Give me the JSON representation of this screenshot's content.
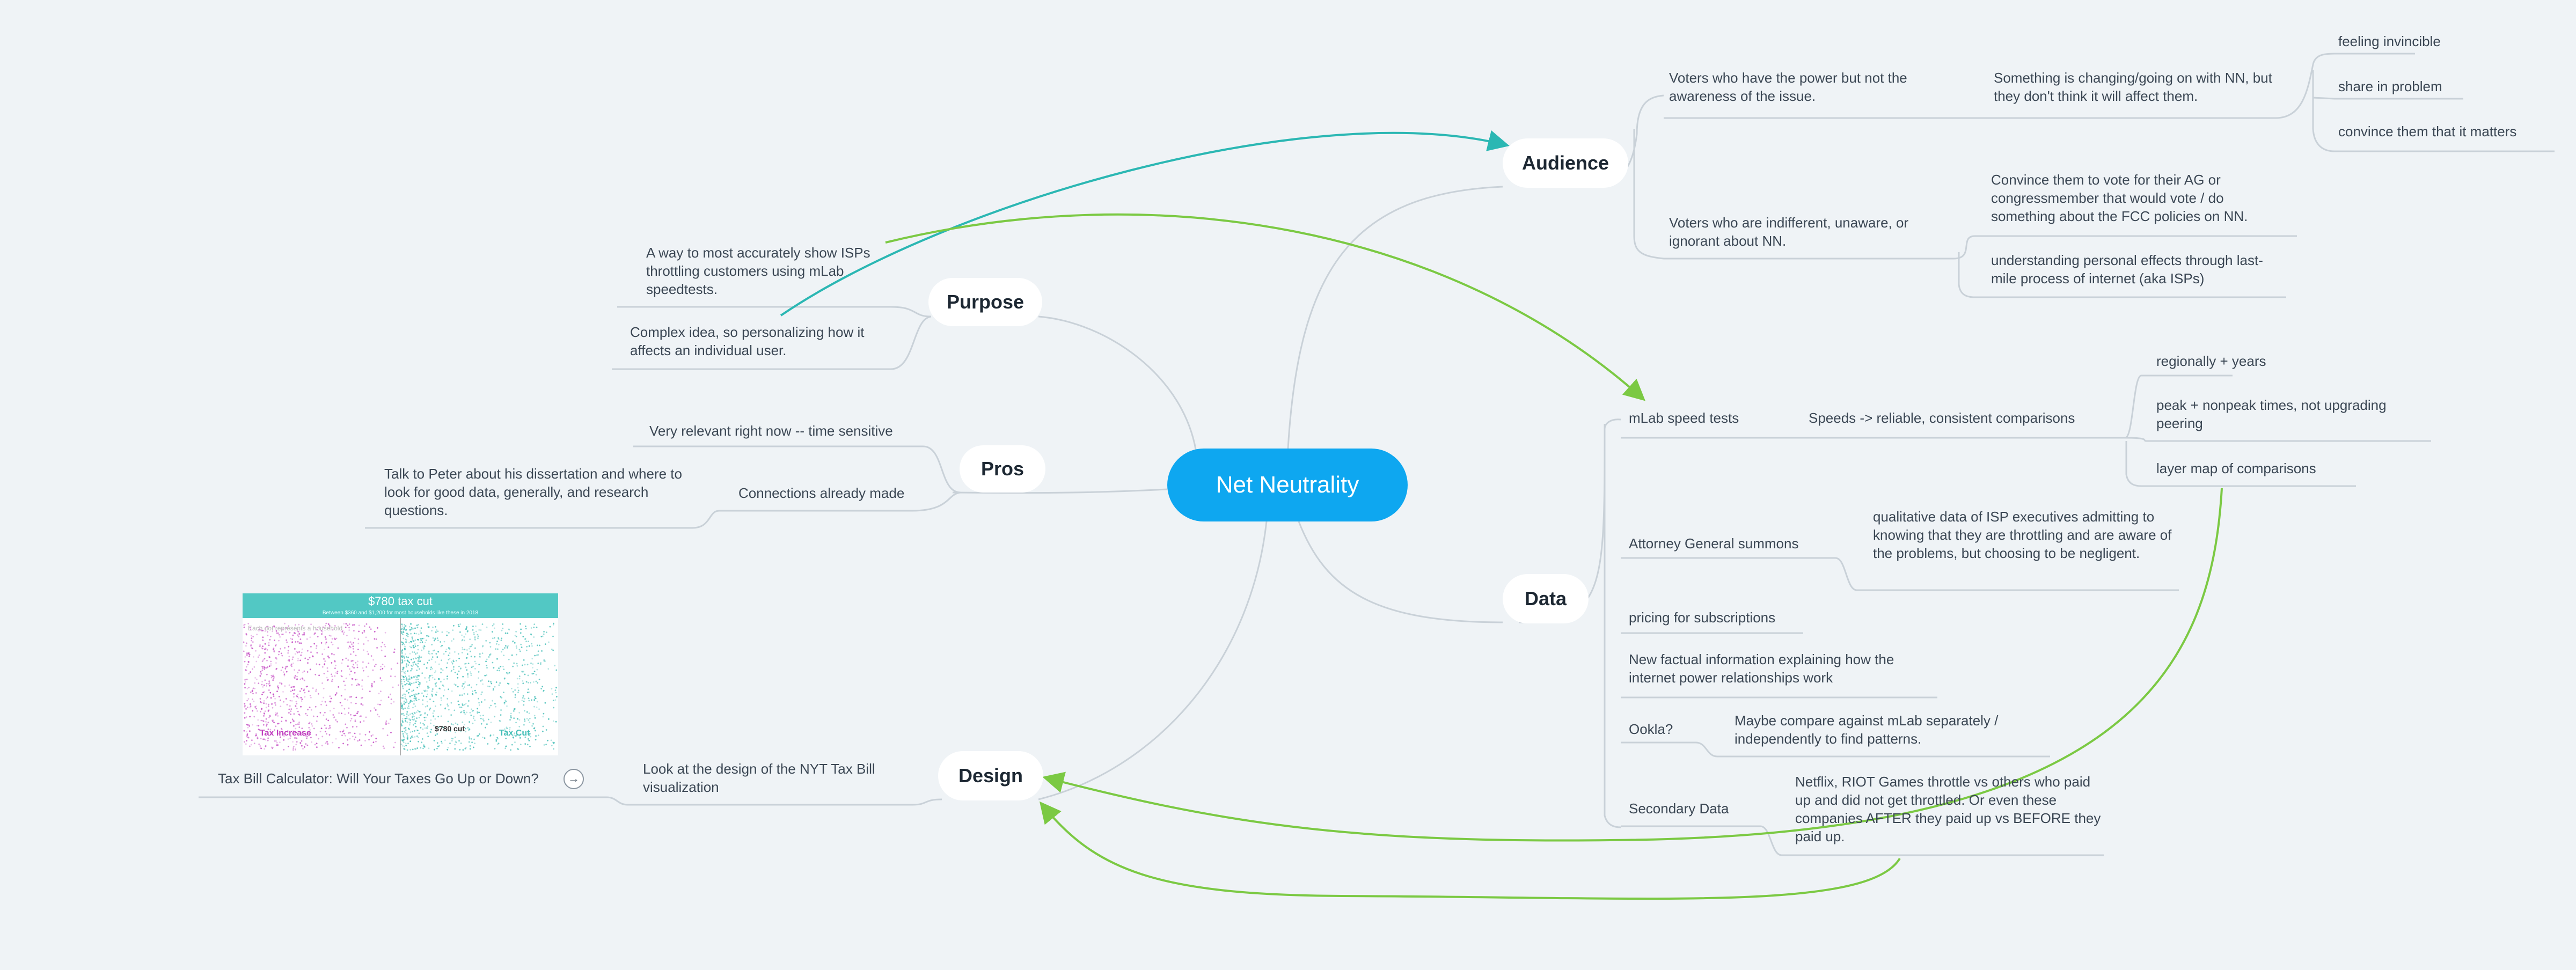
{
  "central": {
    "label": "Net Neutrality"
  },
  "topics": {
    "audience": "Audience",
    "purpose": "Purpose",
    "pros": "Pros",
    "data": "Data",
    "design": "Design"
  },
  "audience": {
    "voters_power": "Voters who have the power but not the awareness of the issue.",
    "changing": "Something is changing/going on with NN, but they don't think it will affect them.",
    "feeling_invincible": "feeling invincible",
    "share_in_problem": "share in problem",
    "convince_matters": "convince them that it matters",
    "voters_indifferent": "Voters who are indifferent, unaware, or ignorant about NN.",
    "convince_vote": "Convince them to vote for their AG or congressmember that would vote / do something about the FCC policies on NN.",
    "personal_effects": "understanding personal effects through last-mile process of internet (aka ISPs)"
  },
  "purpose": {
    "show_isps": "A way to most accurately show ISPs throttling customers using mLab speedtests.",
    "complex_idea": "Complex idea, so personalizing how it affects an individual user."
  },
  "pros": {
    "relevant": "Very relevant right now -- time sensitive",
    "connections": "Connections already made",
    "talk_peter": "Talk to Peter about his dissertation and where to look for good data, generally, and research questions."
  },
  "data": {
    "mlab": "mLab speed tests",
    "speeds": "Speeds -> reliable, consistent comparisons",
    "regionally": "regionally + years",
    "peak": "peak + nonpeak times, not upgrading peering",
    "layer_map": "layer map of comparisons",
    "ag_summons": "Attorney General summons",
    "qualitative": "qualitative data of ISP executives admitting to knowing that they are throttling and are aware of the problems, but choosing to be negligent.",
    "pricing": "pricing for subscriptions",
    "new_info": "New factual information explaining how the internet power relationships work",
    "ookla": "Ookla?",
    "compare_mlab": "Maybe compare against mLab separately / independently to find patterns.",
    "secondary": "Secondary Data",
    "netflix": "Netflix, RIOT Games throttle vs others who paid up and did not get throttled. Or even these companies AFTER they paid up vs BEFORE they paid up."
  },
  "design": {
    "look_nyt": "Look at the design of the NYT Tax Bill visualization",
    "link_title": "Tax Bill Calculator: Will Your Taxes Go Up or Down?",
    "thumb_title": "$780 tax cut",
    "thumb_sub": "Between $360 and $1,200 for most households like these in 2018",
    "thumb_note": "Each dot represents a household",
    "thumb_increase": "Tax Increase",
    "thumb_cut": "Tax Cut",
    "thumb_mid": "$780 cut"
  },
  "colors": {
    "background": "#eff3f6",
    "central": "#0ea7f0",
    "branch_line": "#c9d1d8",
    "teal_arrow": "#2bb7b3",
    "green_arrow": "#7bc943",
    "thumb_magenta": "#c03fbf",
    "thumb_teal": "#40bdb6"
  },
  "icons": {
    "open_link": "arrow-right-circle-icon"
  }
}
